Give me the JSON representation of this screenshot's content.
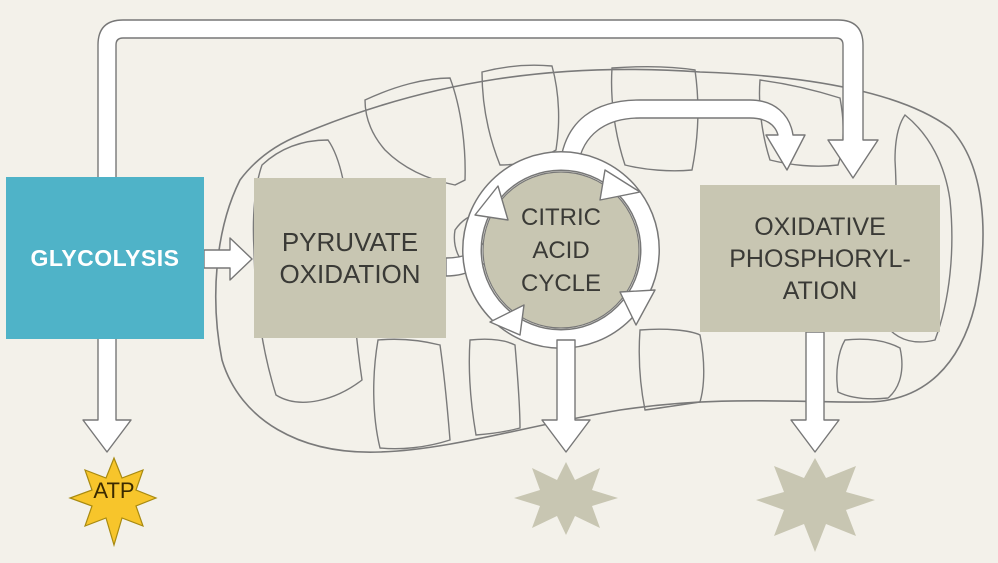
{
  "diagram": {
    "glycolysis": "GLYCOLYSIS",
    "pyruvate_oxidation": [
      "PYRUVATE",
      "OXIDATION"
    ],
    "citric_acid_cycle": [
      "CITRIC",
      "ACID",
      "CYCLE"
    ],
    "oxidative_phosphorylation": [
      "OXIDATIVE",
      "PHOSPHORYL-",
      "ATION"
    ],
    "atp_label": "ATP"
  },
  "colors": {
    "background": "#f3f1ea",
    "glycolysis_fill": "#4fb3c8",
    "stage_fill": "#c8c6b2",
    "atp_burst": "#f7c52b",
    "grey_burst": "#c8c6b2",
    "arrow_fill": "#ffffff",
    "outline": "#777777"
  },
  "icons": [
    "atp-burst-icon",
    "grey-burst-icon",
    "arrow-icon"
  ]
}
